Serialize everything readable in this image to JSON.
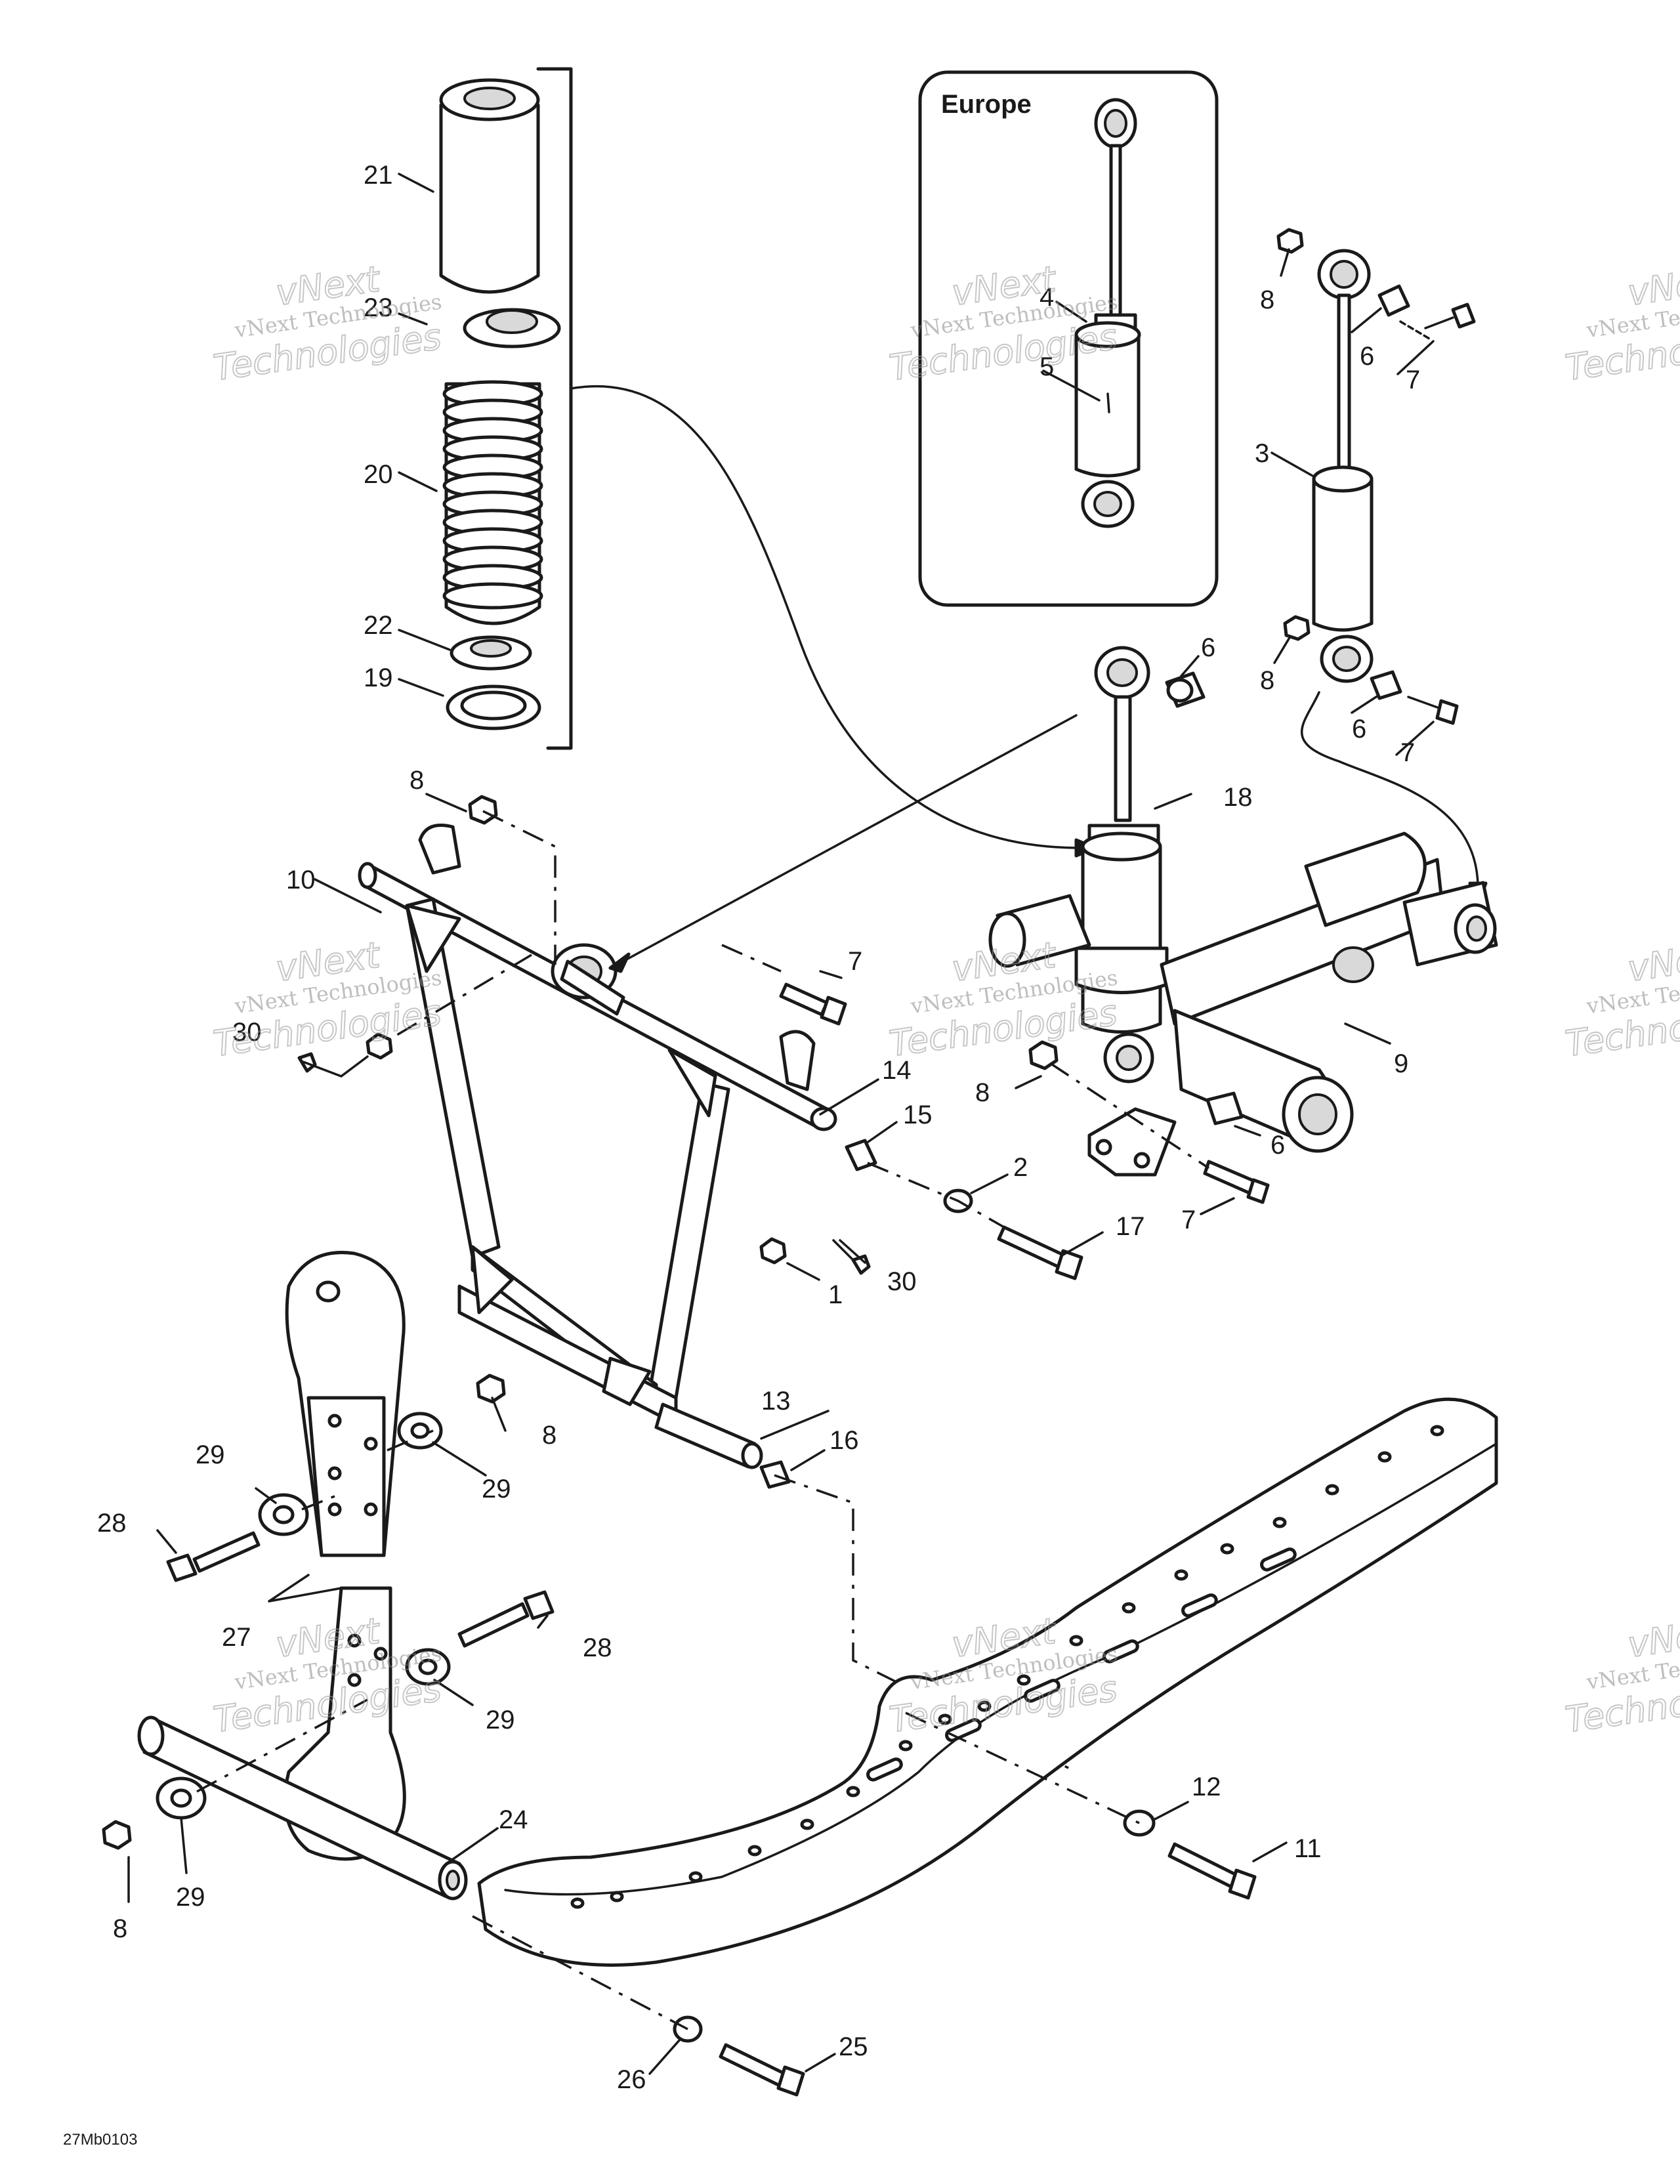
{
  "inset_title": "Europe",
  "drawing_code": "27Mb0103",
  "watermark": {
    "line1": "vNext",
    "line2": "vNext Technologies",
    "line3": "Technologies"
  },
  "callouts": {
    "c1": "1",
    "c2": "2",
    "c3": "3",
    "c4": "4",
    "c5": "5",
    "c6a": "6",
    "c6b": "6",
    "c6c": "6",
    "c6d": "6",
    "c7a": "7",
    "c7b": "7",
    "c7c": "7",
    "c7d": "7",
    "c8a": "8",
    "c8b": "8",
    "c8c": "8",
    "c8d": "8",
    "c8e": "8",
    "c8f": "8",
    "c9": "9",
    "c10": "10",
    "c11": "11",
    "c12": "12",
    "c13": "13",
    "c14": "14",
    "c15": "15",
    "c16": "16",
    "c17": "17",
    "c18": "18",
    "c19": "19",
    "c20": "20",
    "c21": "21",
    "c22": "22",
    "c23": "23",
    "c24": "24",
    "c25": "25",
    "c26": "26",
    "c27": "27",
    "c28a": "28",
    "c28b": "28",
    "c29a": "29",
    "c29b": "29",
    "c29c": "29",
    "c29d": "29",
    "c30a": "30",
    "c30b": "30"
  }
}
